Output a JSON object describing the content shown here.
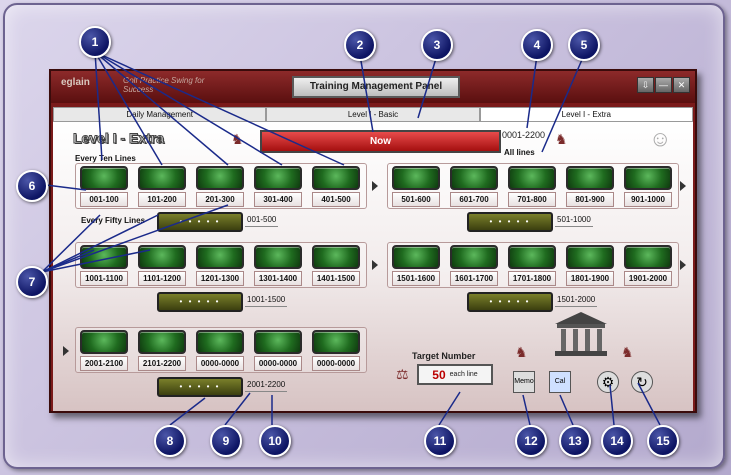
{
  "app": {
    "logo": "eglain",
    "logo_sub": "Golf Practice Swing for Success",
    "panel_title": "Training Management Panel",
    "window_buttons": [
      "⇩",
      "—",
      "✕"
    ]
  },
  "tabs": [
    {
      "label": "Daily Management"
    },
    {
      "label": "Level I - Basic"
    },
    {
      "label": "Level I - Extra"
    }
  ],
  "main": {
    "level_title": "Level I - Extra",
    "now_label": "Now",
    "range_total": "0001-2200",
    "all_lines": "All lines",
    "every_ten": "Every Ten Lines",
    "every_fifty": "Every Fifty Lines"
  },
  "ten_lines": {
    "row1_left": [
      "001-100",
      "101-200",
      "201-300",
      "301-400",
      "401-500"
    ],
    "row1_right": [
      "501-600",
      "601-700",
      "701-800",
      "801-900",
      "901-1000"
    ],
    "row2_left": [
      "1001-1100",
      "1101-1200",
      "1201-1300",
      "1301-1400",
      "1401-1500"
    ],
    "row2_right": [
      "1501-1600",
      "1601-1700",
      "1701-1800",
      "1801-1900",
      "1901-2000"
    ],
    "row3_left": [
      "2001-2100",
      "2101-2200",
      "0000-0000",
      "0000-0000",
      "0000-0000"
    ]
  },
  "fifty_lines": {
    "btn_text": "• • • • •",
    "labels": [
      "001-500",
      "501-1000",
      "1001-1500",
      "1501-2000",
      "2001-2200"
    ]
  },
  "target": {
    "title": "Target Number",
    "value": "50",
    "unit": "each line"
  },
  "tools": {
    "memo": "Memo",
    "calendar": "Cal"
  },
  "callouts": [
    "1",
    "2",
    "3",
    "4",
    "5",
    "6",
    "7",
    "8",
    "9",
    "10",
    "11",
    "12",
    "13",
    "14",
    "15"
  ]
}
